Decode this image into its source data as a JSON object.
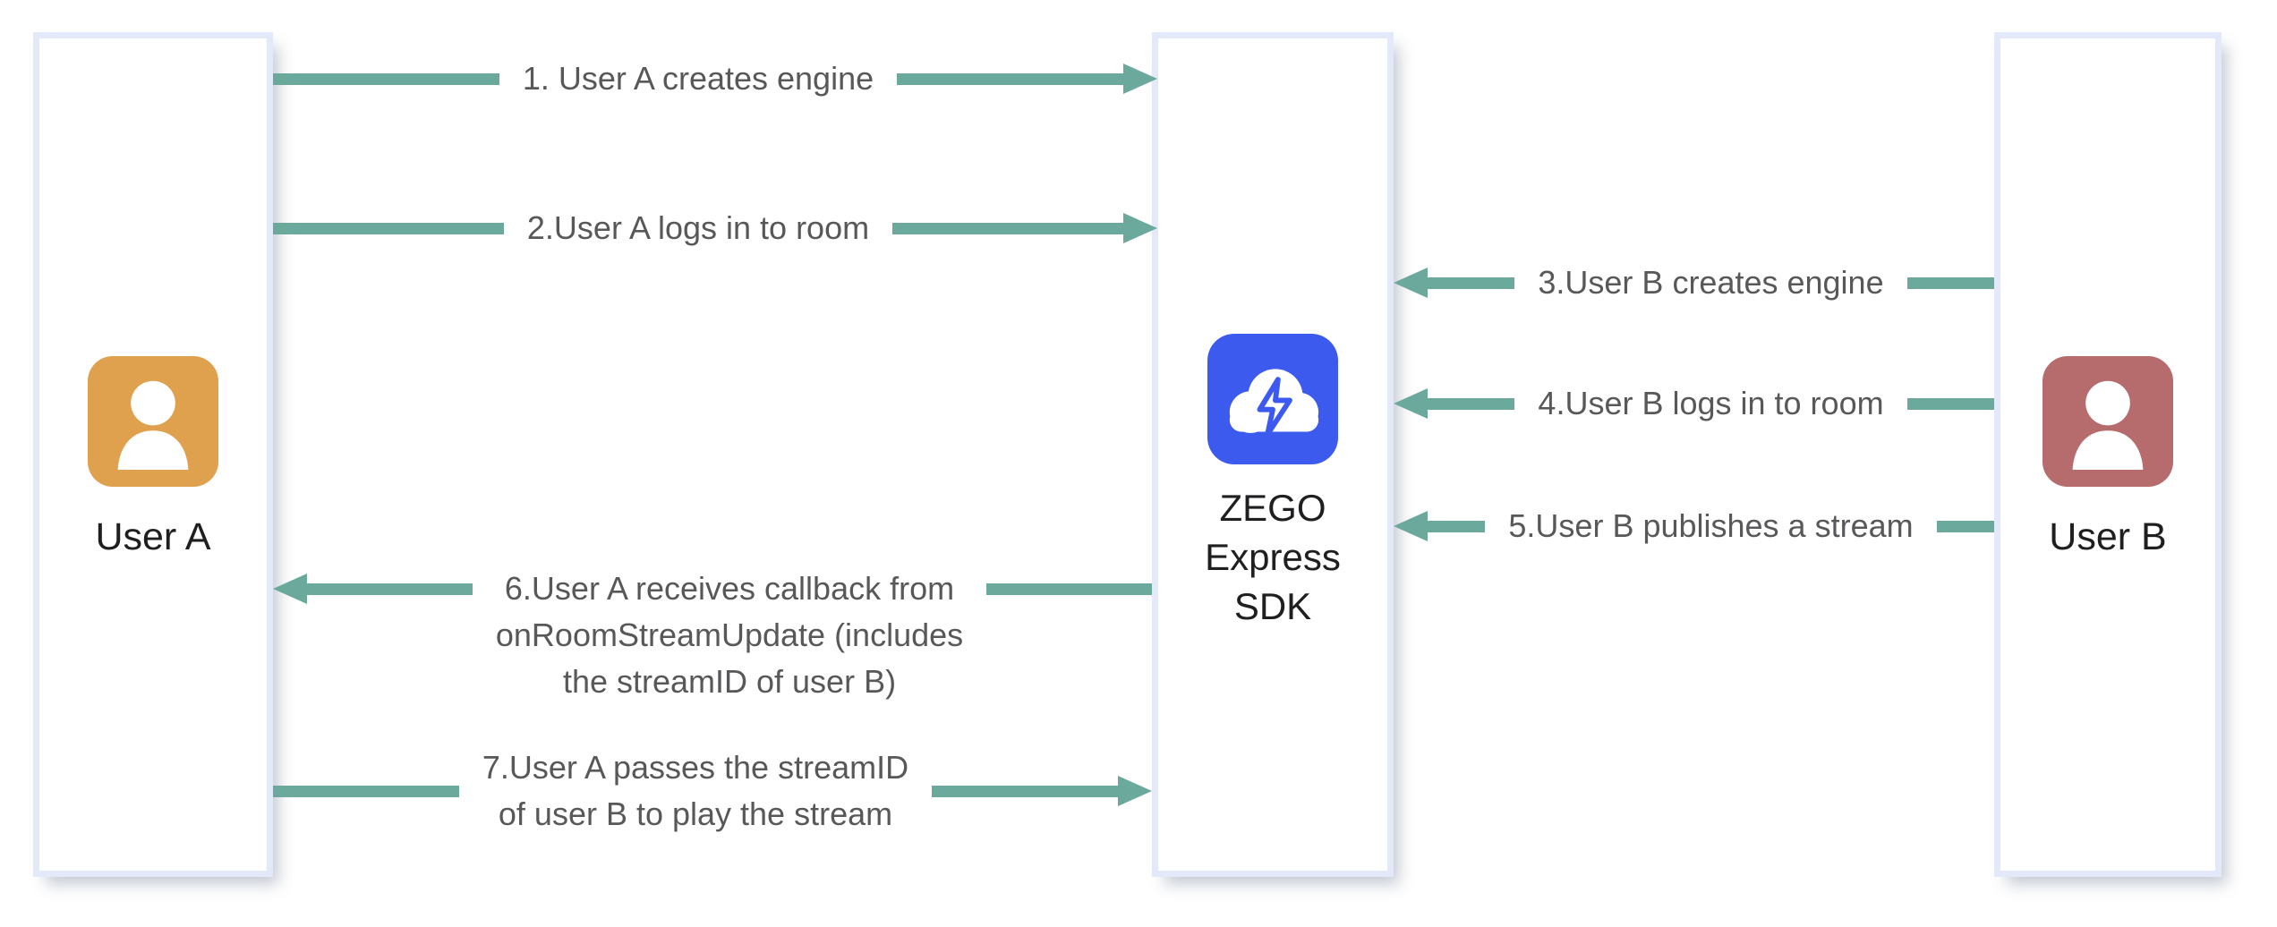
{
  "colors": {
    "arrow": "#6AA99B",
    "box-border": "#E3E9F8",
    "label-text": "#58585A",
    "entity-text": "#1F1F21",
    "user-a-avatar": "#DFA14E",
    "user-b-avatar": "#B66B6D",
    "sdk-icon-blue": "#3C5BEE",
    "bolt-blue": "#3D5AF0"
  },
  "entities": [
    {
      "id": "user-a",
      "label": "User A",
      "icon": "person-avatar-orange"
    },
    {
      "id": "zego-express-sdk",
      "label": "ZEGO Express SDK",
      "icon": "cloud-lightning-blue"
    },
    {
      "id": "user-b",
      "label": "User B",
      "icon": "person-avatar-red"
    }
  ],
  "arrows": [
    {
      "step": 1,
      "label": "1. User A creates engine",
      "from": "user-a",
      "to": "zego-express-sdk",
      "direction": "right"
    },
    {
      "step": 2,
      "label": "2.User A logs in to room",
      "from": "user-a",
      "to": "zego-express-sdk",
      "direction": "right"
    },
    {
      "step": 3,
      "label": "3.User B creates engine",
      "from": "user-b",
      "to": "zego-express-sdk",
      "direction": "left"
    },
    {
      "step": 4,
      "label": "4.User B logs in to room",
      "from": "user-b",
      "to": "zego-express-sdk",
      "direction": "left"
    },
    {
      "step": 5,
      "label": "5.User B publishes a stream",
      "from": "user-b",
      "to": "zego-express-sdk",
      "direction": "left"
    },
    {
      "step": 6,
      "label": "6.User A receives callback from\nonRoomStreamUpdate (includes\nthe streamID of user B)",
      "from": "zego-express-sdk",
      "to": "user-a",
      "direction": "left"
    },
    {
      "step": 7,
      "label": "7.User A passes the streamID\nof user B to play the stream",
      "from": "user-a",
      "to": "zego-express-sdk",
      "direction": "right"
    }
  ]
}
